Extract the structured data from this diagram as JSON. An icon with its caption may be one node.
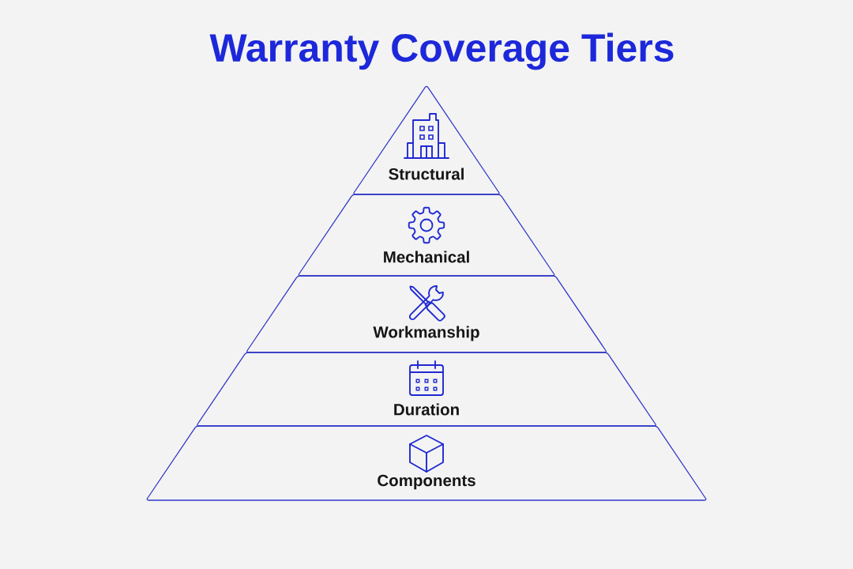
{
  "diagram": {
    "title": "Warranty Coverage Tiers",
    "nodes": [
      {
        "text": [
          "Structural"
        ]
      },
      {
        "text": [
          "Mechanical"
        ]
      },
      {
        "text": [
          "Workmanship"
        ]
      },
      {
        "text": [
          "Duration"
        ]
      },
      {
        "text": [
          "Components"
        ]
      }
    ]
  }
}
